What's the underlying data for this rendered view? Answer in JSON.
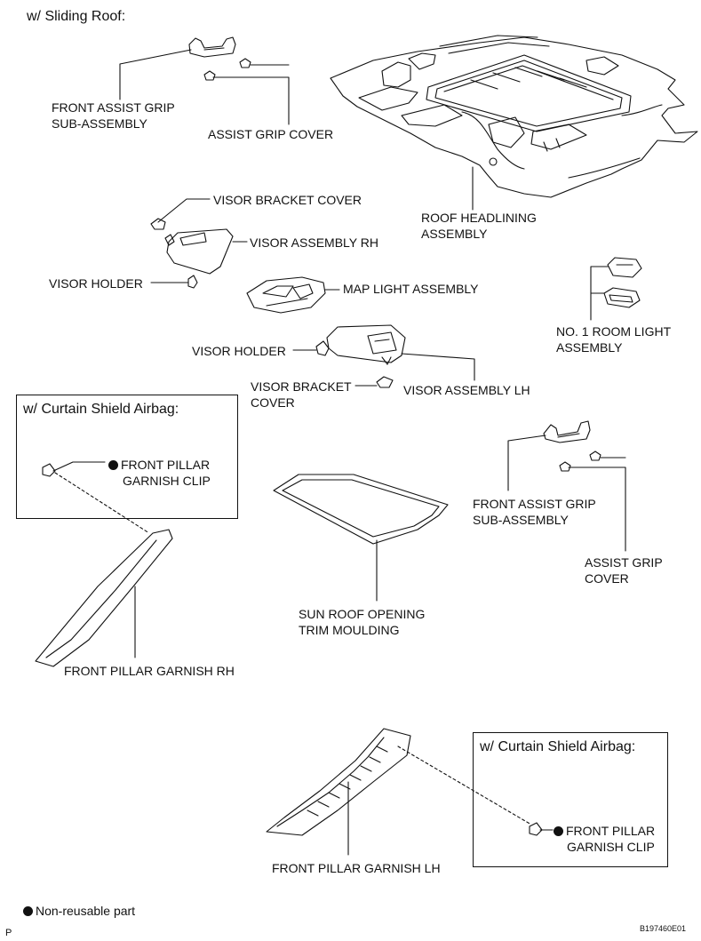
{
  "header": {
    "variant_sliding_roof": "w/ Sliding Roof:"
  },
  "labels": {
    "front_assist_grip_top_1": "FRONT ASSIST GRIP",
    "front_assist_grip_top_2": "SUB-ASSEMBLY",
    "assist_grip_cover_top": "ASSIST GRIP COVER",
    "roof_headlining_1": "ROOF HEADLINING",
    "roof_headlining_2": "ASSEMBLY",
    "visor_bracket_cover_top": "VISOR BRACKET COVER",
    "visor_assembly_rh": "VISOR ASSEMBLY RH",
    "visor_holder_left": "VISOR HOLDER",
    "map_light_assembly": "MAP LIGHT ASSEMBLY",
    "room_light_1": "NO. 1 ROOM LIGHT",
    "room_light_2": "ASSEMBLY",
    "visor_holder_mid": "VISOR HOLDER",
    "visor_bracket_cover_bottom_1": "VISOR BRACKET",
    "visor_bracket_cover_bottom_2": "COVER",
    "visor_assembly_lh": "VISOR ASSEMBLY LH",
    "front_assist_grip_right_1": "FRONT ASSIST GRIP",
    "front_assist_grip_right_2": "SUB-ASSEMBLY",
    "assist_grip_cover_right_1": "ASSIST GRIP",
    "assist_grip_cover_right_2": "COVER",
    "sun_roof_trim_1": "SUN ROOF OPENING",
    "sun_roof_trim_2": "TRIM MOULDING",
    "front_pillar_rh": "FRONT PILLAR GARNISH RH",
    "front_pillar_lh": "FRONT PILLAR GARNISH LH"
  },
  "airbag_box_top": {
    "title": "w/ Curtain Shield Airbag:",
    "clip_1": "FRONT PILLAR",
    "clip_2": "GARNISH CLIP"
  },
  "airbag_box_bottom": {
    "title": "w/ Curtain Shield Airbag:",
    "clip_1": "FRONT PILLAR",
    "clip_2": "GARNISH CLIP"
  },
  "legend": {
    "non_reusable": "Non-reusable part"
  },
  "footer": {
    "page_letter": "P",
    "figure_code": "B197460E01"
  }
}
